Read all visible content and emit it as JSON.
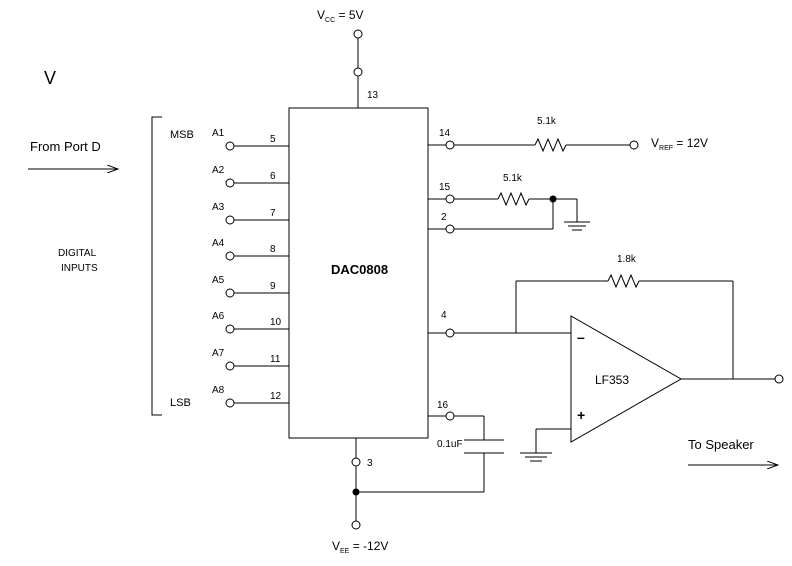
{
  "page_title": "V",
  "supply": {
    "vcc_main": "V",
    "vcc_sub": "CC",
    "vcc_value": " = 5V",
    "vee_main": "V",
    "vee_sub": "EE",
    "vee_value": " = -12V"
  },
  "vref": {
    "main": "V",
    "sub": "REF",
    "value": " = 12V"
  },
  "port_label": "From Port D",
  "digital_inputs": [
    "DIGITAL",
    "INPUTS"
  ],
  "msb": "MSB",
  "lsb": "LSB",
  "chip": {
    "name": "DAC0808",
    "top_pin": "13",
    "bottom_pin": "3",
    "inputs": [
      {
        "name": "A1",
        "pin": "5"
      },
      {
        "name": "A2",
        "pin": "6"
      },
      {
        "name": "A3",
        "pin": "7"
      },
      {
        "name": "A4",
        "pin": "8"
      },
      {
        "name": "A5",
        "pin": "9"
      },
      {
        "name": "A6",
        "pin": "10"
      },
      {
        "name": "A7",
        "pin": "11"
      },
      {
        "name": "A8",
        "pin": "12"
      }
    ],
    "right_pins": [
      "14",
      "15",
      "2",
      "4",
      "16"
    ]
  },
  "resistors": {
    "r_ref": "5.1k",
    "r_15": "5.1k",
    "r_fb": "1.8k"
  },
  "capacitor": "0.1uF",
  "opamp": {
    "name": "LF353",
    "minus": "–",
    "plus": "+"
  },
  "output_label": "To Speaker"
}
